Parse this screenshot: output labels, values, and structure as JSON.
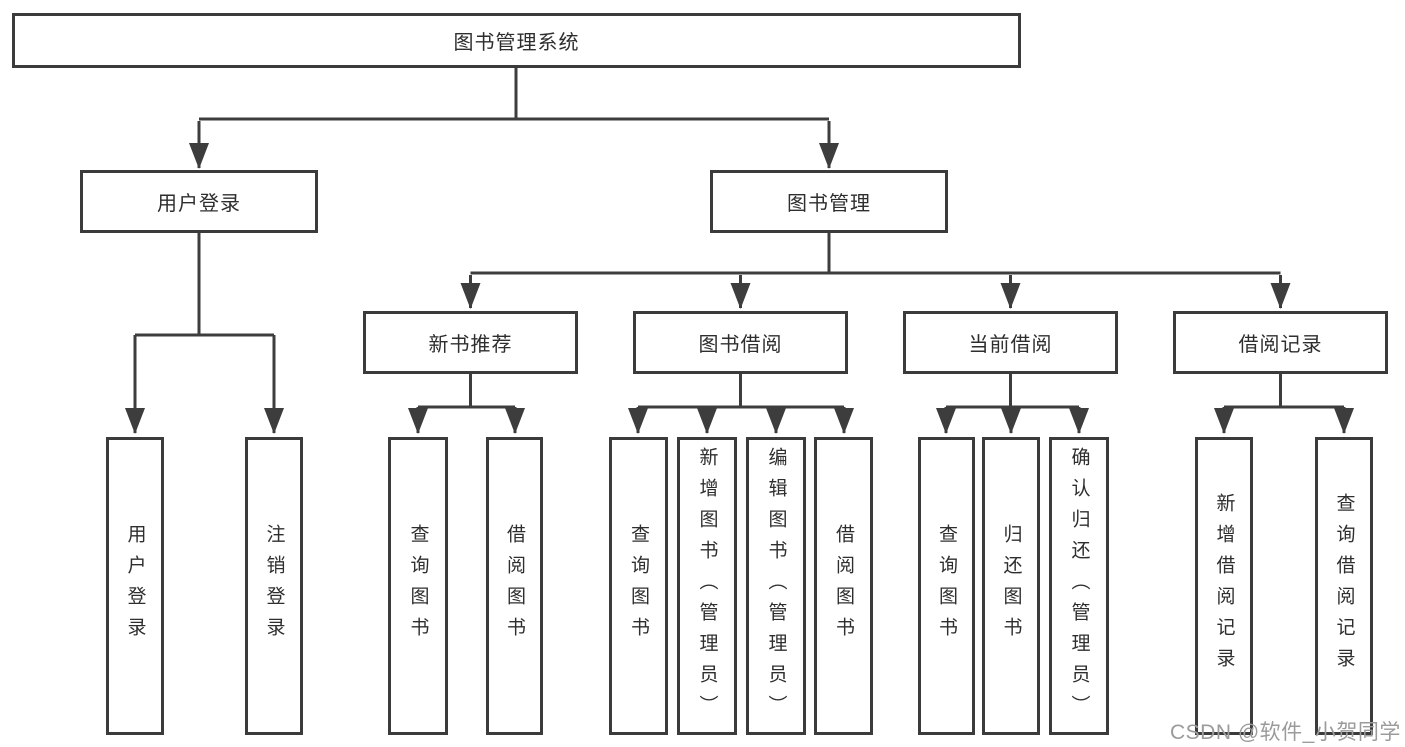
{
  "tree": {
    "label": "图书管理系统",
    "children": [
      {
        "label": "用户登录",
        "children": [
          {
            "label": "用户登录"
          },
          {
            "label": "注销登录"
          }
        ]
      },
      {
        "label": "图书管理",
        "children": [
          {
            "label": "新书推荐",
            "children": [
              {
                "label": "查询图书"
              },
              {
                "label": "借阅图书"
              }
            ]
          },
          {
            "label": "图书借阅",
            "children": [
              {
                "label": "查询图书"
              },
              {
                "label": "新增图书（管理员）"
              },
              {
                "label": "编辑图书（管理员）"
              },
              {
                "label": "借阅图书"
              }
            ]
          },
          {
            "label": "当前借阅",
            "children": [
              {
                "label": "查询图书"
              },
              {
                "label": "归还图书"
              },
              {
                "label": "确认归还（管理员）"
              }
            ]
          },
          {
            "label": "借阅记录",
            "children": [
              {
                "label": "新增借阅记录"
              },
              {
                "label": "查询借阅记录"
              }
            ]
          }
        ]
      }
    ]
  },
  "watermark": {
    "text": "CSDN @软件_小贺同学"
  },
  "colors": {
    "line": "#3d3d3d",
    "box_border": "#3b3b3b",
    "text": "#2e2e2e",
    "watermark_text": "#9b9b9b",
    "background": "#ffffff"
  }
}
